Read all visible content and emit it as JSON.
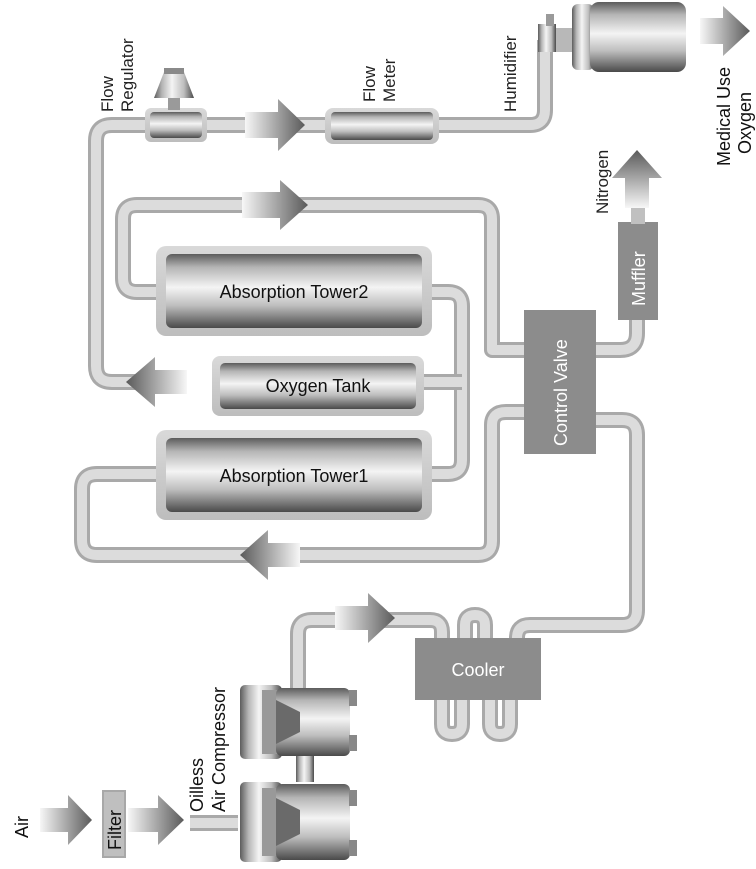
{
  "labels": {
    "air": "Air",
    "filter": "Filter",
    "compressor_line1": "Oilless",
    "compressor_line2": "Air Compressor",
    "cooler": "Cooler",
    "tower1": "Absorption Tower1",
    "tower2": "Absorption Tower2",
    "oxygen_tank": "Oxygen Tank",
    "control_valve": "Control Valve",
    "muffler": "Muffler",
    "nitrogen": "Nitrogen",
    "flow_regulator_line1": "Flow",
    "flow_regulator_line2": "Regulator",
    "flow_meter_line1": "Flow",
    "flow_meter_line2": "Meter",
    "humidifier": "Humidifier",
    "medical_oxygen_line1": "Medical Use",
    "medical_oxygen_line2": "Oxygen"
  },
  "colors": {
    "pipe_outer": "#a9a9a9",
    "pipe_inner": "#dcdcdc",
    "box_dark": "#8c8c8c",
    "arrow_gradient_start": "#5a5a5a",
    "arrow_gradient_end": "#f5f5f5"
  }
}
